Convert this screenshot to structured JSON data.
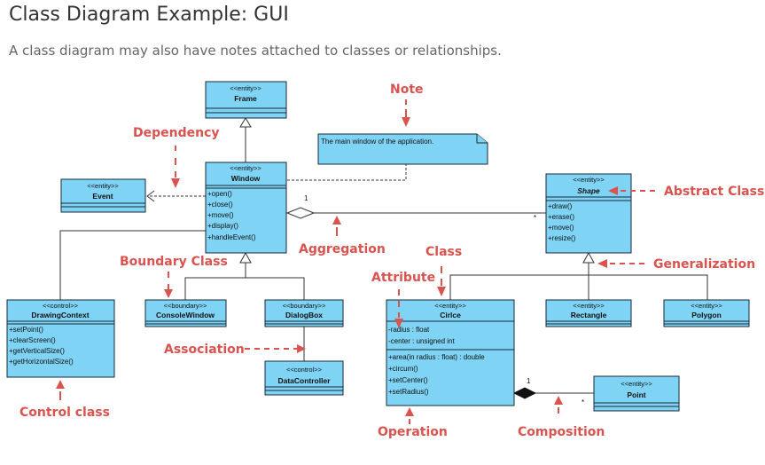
{
  "title": "Class Diagram Example: GUI",
  "subtitle": "A class diagram may also have notes attached to classes or relationships.",
  "classes": {
    "frame": {
      "stereotype": "<<entity>>",
      "name": "Frame"
    },
    "window": {
      "stereotype": "<<entity>>",
      "name": "Window",
      "ops": [
        "+open()",
        "+close()",
        "+move()",
        "+display()",
        "+handleEvent()"
      ]
    },
    "event": {
      "stereotype": "<<entity>>",
      "name": "Event"
    },
    "shape": {
      "stereotype": "<<entity>>",
      "name": "Shape",
      "ops": [
        "+draw()",
        "+erase()",
        "+move()",
        "+resize()"
      ]
    },
    "drawing": {
      "stereotype": "<<control>>",
      "name": "DrawingContext",
      "ops": [
        "+setPoint()",
        "+clearScreen()",
        "+getVerticalSize()",
        "+getHorizontalSize()"
      ]
    },
    "console": {
      "stereotype": "<<boundary>>",
      "name": "ConsoleWindow"
    },
    "dialog": {
      "stereotype": "<<boundary>>",
      "name": "DialogBox"
    },
    "datacontroller": {
      "stereotype": "<<control>>",
      "name": "DataController"
    },
    "circle": {
      "stereotype": "<<entity>>",
      "name": "Cirlce",
      "attrs": [
        "-radius : float",
        "-center : unsigned int"
      ],
      "ops": [
        "+area(in radius : float) : double",
        "+circum()",
        "+setCenter()",
        "+setRadius()"
      ]
    },
    "rectangle": {
      "stereotype": "<<entity>>",
      "name": "Rectangle"
    },
    "polygon": {
      "stereotype": "<<entity>>",
      "name": "Polygon"
    },
    "point": {
      "stereotype": "<<entity>>",
      "name": "Point"
    }
  },
  "note": "The main window of the application.",
  "multiplicity": {
    "window_agg": "1",
    "shape_agg": "*",
    "circle_comp": "1",
    "point_comp": "*"
  },
  "annotations": {
    "note": "Note",
    "dependency": "Dependency",
    "aggregation": "Aggregation",
    "abstract_class": "Abstract Class",
    "boundary_class": "Boundary Class",
    "class": "Class",
    "attribute": "Attribute",
    "generalization": "Generalization",
    "association": "Association",
    "control_class": "Control class",
    "operation": "Operation",
    "composition": "Composition"
  },
  "colors": {
    "class_fill": "#7fd3f5",
    "annotation": "#d9534f",
    "title": "#333333",
    "subtitle": "#666666"
  }
}
